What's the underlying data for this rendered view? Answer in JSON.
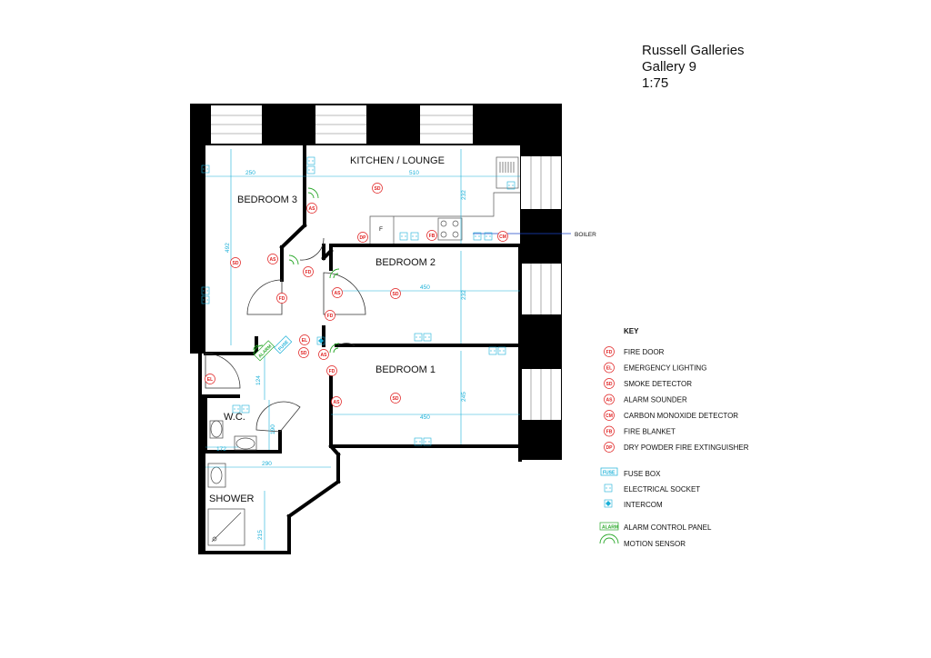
{
  "header": {
    "line1": "Russell Galleries",
    "line2": "Gallery 9",
    "line3": "1:75"
  },
  "rooms": {
    "kitchen": "KITCHEN / LOUNGE",
    "bedroom3": "BEDROOM 3",
    "bedroom2": "BEDROOM 2",
    "bedroom1": "BEDROOM 1",
    "wc": "W.C.",
    "shower": "SHOWER"
  },
  "dimensions": {
    "b3_width": "250",
    "b3_depth": "492",
    "kitchen_width": "510",
    "kitchen_depth": "232",
    "b2_width": "450",
    "b2_depth": "232",
    "b1_width": "450",
    "b1_depth": "245",
    "hall": "124",
    "wc_width": "172",
    "wc_depth": "190",
    "shower_width": "290",
    "shower_depth": "215"
  },
  "labels": {
    "boiler": "BOILER",
    "fridge": "F",
    "alarm_panel": "ALARM",
    "fuse_box": "FUSE"
  },
  "symbols": {
    "fd": "FD",
    "el": "EL",
    "sd": "SD",
    "as": "AS",
    "cm": "CM",
    "fb": "FB",
    "dp": "DP"
  },
  "key": {
    "title": "KEY",
    "items": [
      {
        "code": "FD",
        "label": "FIRE DOOR"
      },
      {
        "code": "EL",
        "label": "EMERGENCY LIGHTING"
      },
      {
        "code": "SD",
        "label": "SMOKE DETECTOR"
      },
      {
        "code": "AS",
        "label": "ALARM SOUNDER"
      },
      {
        "code": "CM",
        "label": "CARBON MONOXIDE DETECTOR"
      },
      {
        "code": "FB",
        "label": "FIRE BLANKET"
      },
      {
        "code": "DP",
        "label": "DRY POWDER FIRE EXTINGUISHER"
      }
    ],
    "fuse_code": "FUSE",
    "fuse_label": "FUSE BOX",
    "socket_label": "ELECTRICAL SOCKET",
    "intercom_label": "INTERCOM",
    "alarm_code": "ALARM",
    "alarm_label": "ALARM CONTROL PANEL",
    "motion_label": "MOTION SENSOR"
  },
  "colors": {
    "wall": "#000000",
    "dimension": "#1ab0d8",
    "symbol": "#e02020",
    "alarm": "#2aa82a"
  }
}
